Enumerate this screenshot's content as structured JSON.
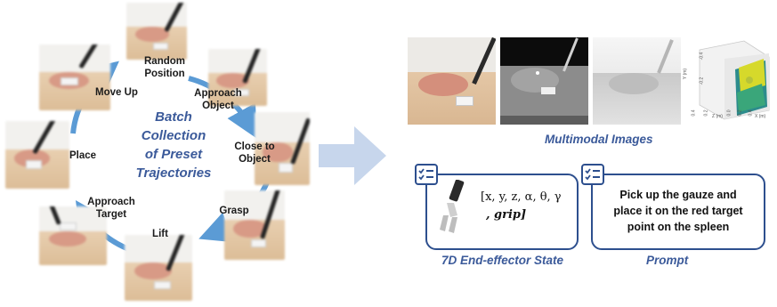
{
  "cycle": {
    "center_lines": [
      "Batch",
      "Collection",
      "of Preset",
      "Trajectories"
    ],
    "steps": [
      {
        "lines": [
          "Random",
          "Position"
        ]
      },
      {
        "lines": [
          "Approach",
          "Object"
        ]
      },
      {
        "lines": [
          "Close to",
          "Object"
        ]
      },
      {
        "lines": [
          "Grasp"
        ]
      },
      {
        "lines": [
          "Lift"
        ]
      },
      {
        "lines": [
          "Approach",
          "Target"
        ]
      },
      {
        "lines": [
          "Place"
        ]
      },
      {
        "lines": [
          "Move Up"
        ]
      }
    ]
  },
  "right": {
    "multimodal_title": "Multimodal Images",
    "plot_axis": {
      "x_label": "X (m)",
      "y_label": "Y (m)",
      "z_label": "Z (m)",
      "ticks": [
        "-0.2",
        "-0.4",
        "0.4",
        "0.2",
        "0.0",
        "0.2",
        "0.4"
      ]
    },
    "state": {
      "line1": "[x, y, z, α, θ, γ",
      "line2": ", grip]",
      "caption": "7D End-effector State"
    },
    "prompt": {
      "lines": [
        "Pick up the gauze and",
        "place it on the red target",
        "point on the spleen"
      ],
      "caption": "Prompt"
    }
  },
  "colors": {
    "accent": "#3b5a9a",
    "box_border": "#2d4f8e",
    "arrow": "#5b9bd5",
    "big_arrow": "#c7d6ec"
  }
}
